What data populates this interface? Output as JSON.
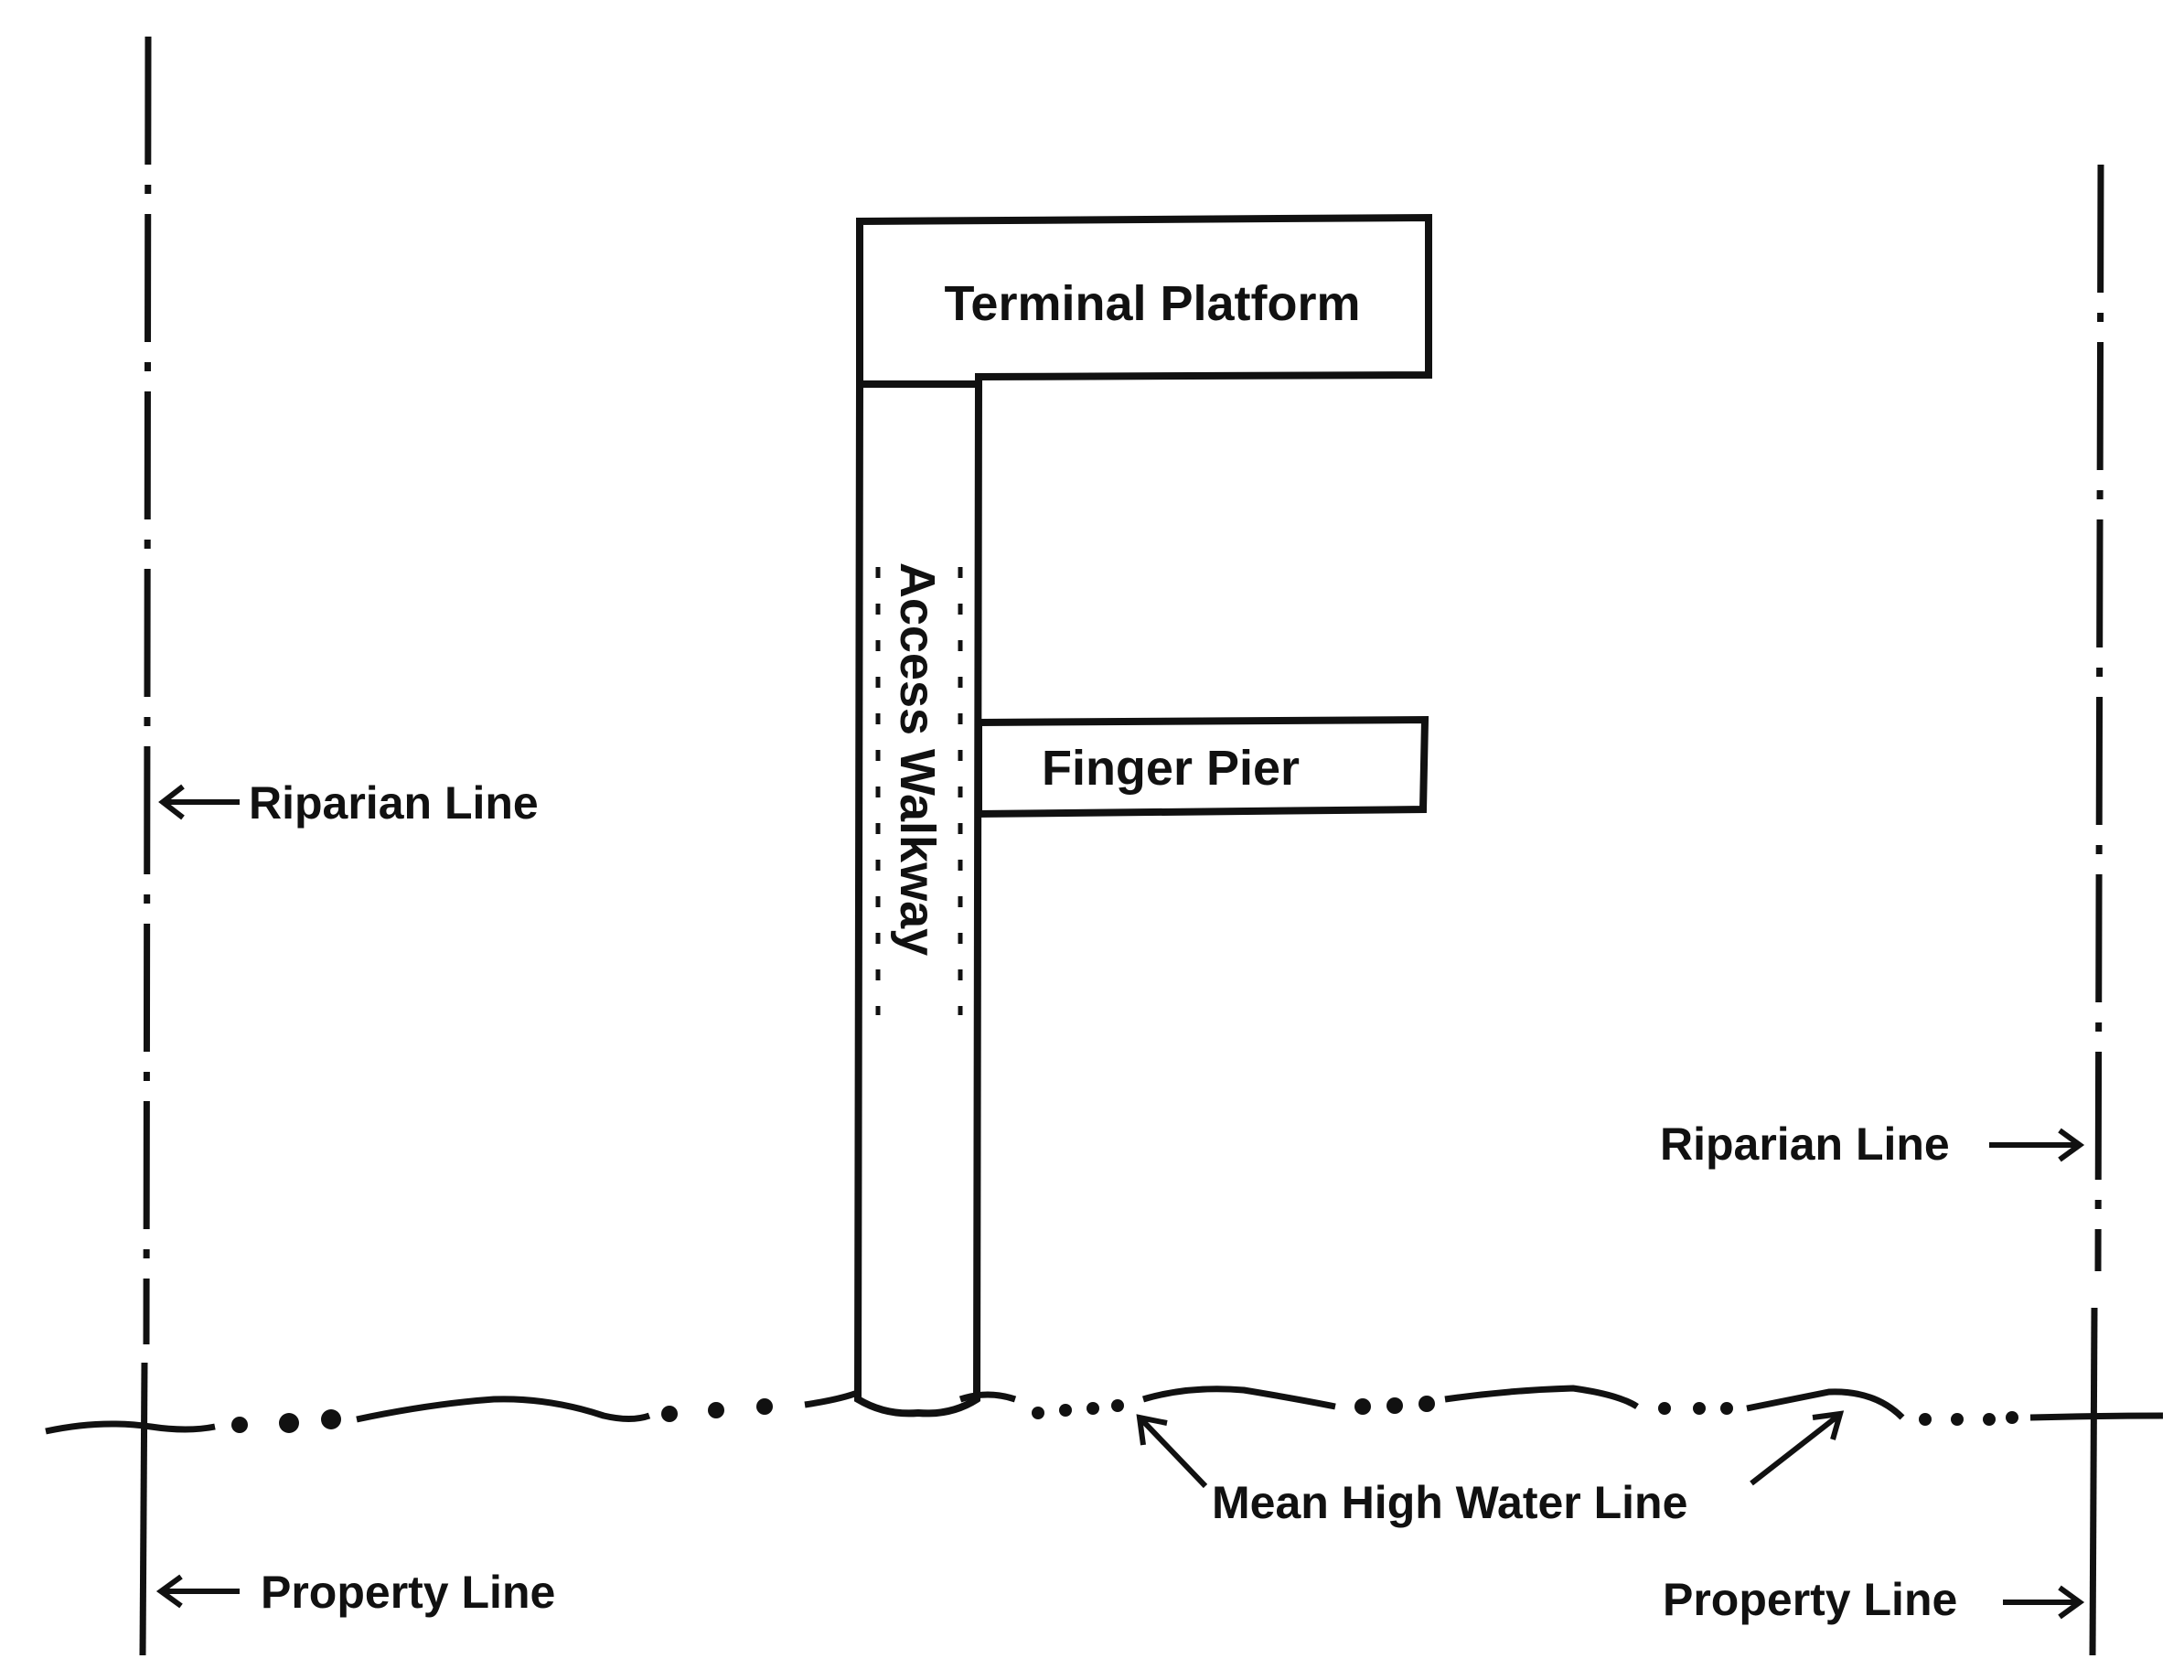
{
  "diagram": {
    "labels": {
      "terminal_platform": "Terminal Platform",
      "access_walkway": "Access Walkway",
      "finger_pier": "Finger Pier",
      "riparian_left": "Riparian Line",
      "riparian_right": "Riparian Line",
      "mean_high_water": "Mean High Water Line",
      "property_left": "Property Line",
      "property_right": "Property Line"
    },
    "colors": {
      "ink": "#111111",
      "background": "#ffffff"
    }
  }
}
